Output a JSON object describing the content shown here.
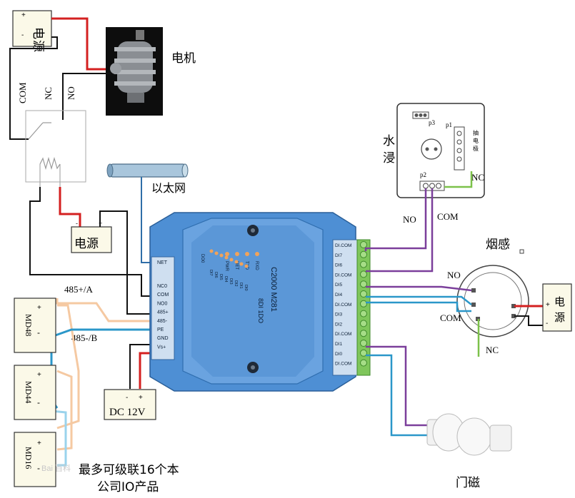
{
  "power_top": {
    "plus": "+",
    "minus": "-",
    "label_1": "电",
    "label_2": "源"
  },
  "motor": {
    "label": "电机"
  },
  "relay": {
    "com": "COM",
    "nc": "NC",
    "no": "NO"
  },
  "ethernet": {
    "label": "以太网"
  },
  "power_mid": {
    "label": "电源",
    "minus": "-",
    "plus": "+"
  },
  "device": {
    "model": "C2000 M281",
    "type": "8DI 1DO",
    "leds": [
      "RXD",
      "TXD",
      "NET",
      "PWR"
    ],
    "di_leds": [
      "DI7",
      "DI6",
      "DI5",
      "DI4",
      "DI3",
      "DI2",
      "DI1",
      "DI0"
    ],
    "do_led": "DO0",
    "left_terminals": [
      "NET",
      "NC0",
      "COM",
      "NO0",
      "485+",
      "485-",
      "PE",
      "GND",
      "Vs+"
    ],
    "right_terminals": [
      "DI.COM",
      "DI7",
      "DI6",
      "DI.COM",
      "DI5",
      "DI4",
      "DI.COM",
      "DI3",
      "DI2",
      "DI.COM",
      "DI1",
      "DI0",
      "DI.COM"
    ]
  },
  "rs485": {
    "a": "485+/A",
    "b": "485-/B"
  },
  "modules": [
    {
      "name": "MD48",
      "plus": "+",
      "minus": "-"
    },
    {
      "name": "MD44",
      "plus": "+",
      "minus": "-"
    },
    {
      "name": "MD16",
      "plus": "+",
      "minus": "-"
    }
  ],
  "dc_supply": {
    "minus": "-",
    "plus": "+",
    "label": "DC 12V"
  },
  "footer": {
    "line1": "最多可级联16个本",
    "line2": "公司IO产品",
    "watermark": "Bai 百科"
  },
  "water_sensor": {
    "label_1": "水",
    "label_2": "浸",
    "p1": "p1",
    "p2": "p2",
    "p3": "p3",
    "strip_1": "抽",
    "strip_2": "电",
    "strip_3": "极",
    "nc": "NC",
    "no": "NO",
    "com": "COM"
  },
  "smoke_sensor": {
    "label": "烟感",
    "no": "NO",
    "com": "COM",
    "nc": "NC"
  },
  "power_right": {
    "plus": "+",
    "label_1": "电",
    "label_2": "源",
    "minus": "-"
  },
  "door_sensor": {
    "label": "门磁"
  },
  "colors": {
    "red": "#d42020",
    "black": "#111111",
    "purple": "#7b3f9b",
    "blue": "#2b97c9",
    "green": "#7cc14a",
    "peach": "#f5c9a2",
    "light_blue": "#9ad3ec",
    "device": "#4e8fd4"
  }
}
